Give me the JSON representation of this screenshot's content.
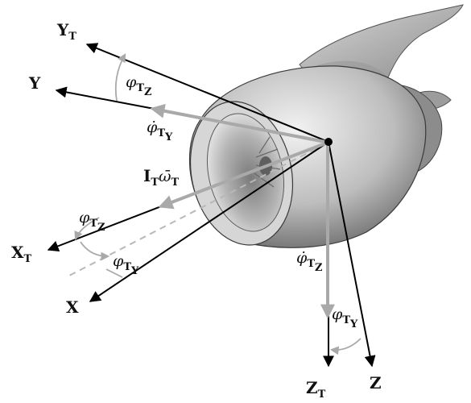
{
  "labels": {
    "y_t": {
      "main": "Y",
      "sub": "T"
    },
    "y": "Y",
    "x_t": {
      "main": "X",
      "sub": "T"
    },
    "x": "X",
    "z_t": {
      "main": "Z",
      "sub": "T"
    },
    "z": "Z",
    "phi_tz_top": {
      "main": "φ",
      "sub": "T",
      "sub2": "Z"
    },
    "phidot_ty": {
      "main": "φ̇",
      "sub": "T",
      "sub2": "Y"
    },
    "i_omega": {
      "main": "I",
      "sub": "T",
      "sym": "ω̄",
      "sub2": "T"
    },
    "phi_tz_left": {
      "main": "φ",
      "sub": "T",
      "sub2": "Z"
    },
    "phi_ty_left": {
      "main": "φ",
      "sub": "T",
      "sub2": "Y"
    },
    "phidot_tz": {
      "main": "φ̇",
      "sub": "T",
      "sub2": "Z"
    },
    "phi_ty_bottom": {
      "main": "φ",
      "sub": "T",
      "sub2": "Y"
    }
  },
  "colors": {
    "axis": "#000000",
    "vector": "#a9a9a9",
    "engine_light": "#e6e6e6",
    "engine_dark": "#6f6f6f"
  }
}
